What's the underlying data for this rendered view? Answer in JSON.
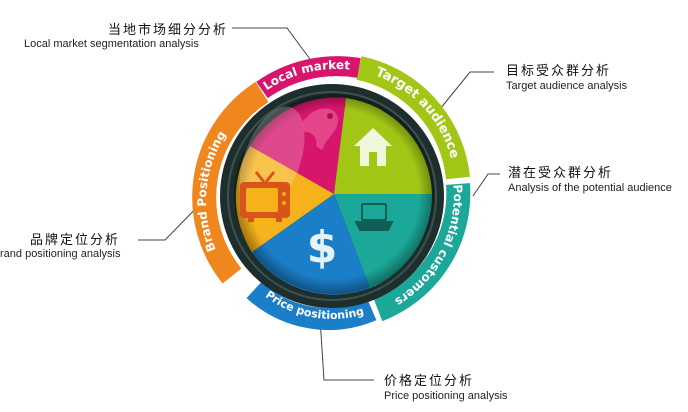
{
  "callouts": {
    "local_market": {
      "cn": "当地市场细分分析",
      "en": "Local market segmentation analysis"
    },
    "target_audience": {
      "cn": "目标受众群分析",
      "en": "Target audience analysis"
    },
    "potential_audience": {
      "cn": "潜在受众群分析",
      "en": "Analysis of the potential audience"
    },
    "brand_positioning": {
      "cn": "品牌定位分析",
      "en": "rand positioning analysis"
    },
    "price_positioning": {
      "cn": "价格定位分析",
      "en": "Price positioning analysis"
    }
  },
  "ring_labels": {
    "local_market": "Local market",
    "target_audience": "Target audience",
    "potential_customers": "Potential customers",
    "price_positioning": "Price positioning",
    "brand_positioning": "Brand Positioning"
  },
  "colors": {
    "magenta": "#d7156d",
    "green": "#a2c616",
    "teal": "#1ba898",
    "blue": "#1a7ec8",
    "orange": "#f0861e",
    "yellow": "#f6b21a",
    "dark_ring": "#1d2e2c"
  },
  "icons": [
    "bird-icon",
    "house-icon",
    "laptop-icon",
    "dollar-icon",
    "tv-icon"
  ]
}
